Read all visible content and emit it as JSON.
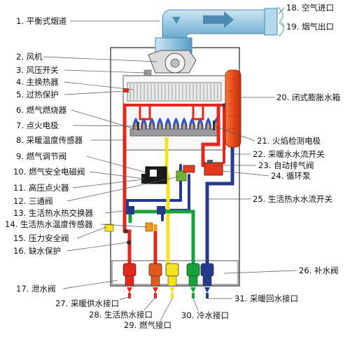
{
  "labels": {
    "l1": "1. 平衡式烟道",
    "l2": "2. 风机",
    "l3": "3. 风压开关",
    "l4": "4. 主换热器",
    "l5": "5. 过热保护",
    "l6": "6. 燃气燃烧器",
    "l7": "7. 点火电极",
    "l8": "8. 采暖温度传感器",
    "l9": "9. 燃气调节阀",
    "l10": "10. 燃气安全电磁阀",
    "l11": "11. 高压点火器",
    "l12": "12. 三通阀",
    "l13": "13. 生活热水热交换器",
    "l14": "14. 生活热水温度传感器",
    "l15": "15. 压力安全阀",
    "l16": "16. 缺水保护",
    "l17": "17. 泄水阀",
    "l18": "18. 空气进口",
    "l19": "19. 烟气出口",
    "l20": "20. 闭式膨胀水箱",
    "l21": "21. 火焰检测电极",
    "l22": "22. 采暖水水流开关",
    "l23": "23. 自动排气阀",
    "l24": "24. 循环泵",
    "l25": "25. 生活热水水流开关",
    "l26": "26. 补水阀",
    "l27": "27. 采暖供水接口",
    "l28": "28. 生活热水接口",
    "l29": "29. 燃气接口",
    "l30": "30. 冷水接口",
    "l31": "31. 采暖回水接口"
  },
  "colors": {
    "outline": "#333333",
    "duct": "#8fc3e0",
    "duct_dark": "#5a9cc4",
    "hot": "#e0281e",
    "gas": "#f3e21c",
    "cold": "#16a33a",
    "return": "#243a8c",
    "tank": "#e84a1a",
    "leader": "#555555"
  }
}
